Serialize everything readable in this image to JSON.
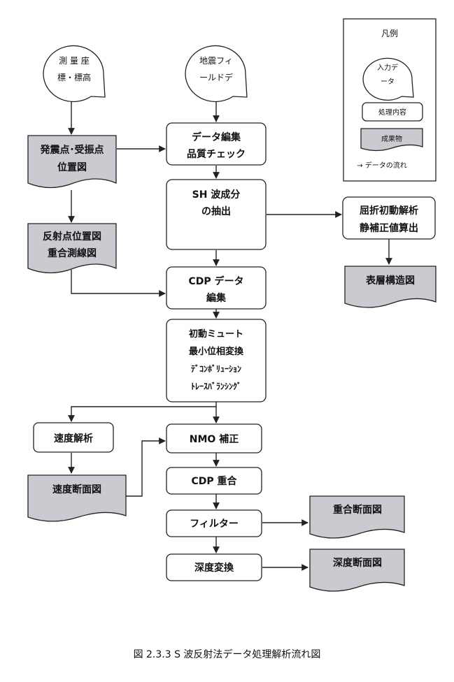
{
  "legend": {
    "title": "凡例",
    "input_lines": [
      "入力デ",
      "ータ"
    ],
    "process": "処理内容",
    "product": "成果物",
    "flow": "→ データの流れ"
  },
  "inputs": {
    "survey": [
      "測 量 座",
      "標・標高"
    ],
    "seismic": [
      "地震フィ",
      "ールドデ"
    ]
  },
  "products": {
    "shot_receiver": [
      "発震点･受振点",
      "位置図"
    ],
    "reflection": [
      "反射点位置図",
      "重合測線図"
    ],
    "surface": [
      "表層構造図"
    ],
    "velocity_section": [
      "速度断面図"
    ],
    "stack_section": [
      "重合断面図"
    ],
    "depth_section": [
      "深度断面図"
    ]
  },
  "processes": {
    "edit": [
      "データ編集",
      "品質チェック"
    ],
    "sh_extract": [
      "SH 波成分",
      "の抽出"
    ],
    "refraction": [
      "屈折初動解析",
      "静補正値算出"
    ],
    "cdp_edit": [
      "CDP データ",
      "編集"
    ],
    "mute": [
      "初動ミュート",
      "最小位相変換",
      "ﾃﾞｺﾝﾎﾞﾘｭｰｼｮﾝ",
      "ﾄﾚｰｽﾊﾞﾗﾝｼﾝｸﾞ"
    ],
    "velocity": [
      "速度解析"
    ],
    "nmo": [
      "NMO 補正"
    ],
    "cdp_stack": [
      "CDP 重合"
    ],
    "filter": [
      "フィルター"
    ],
    "depth": [
      "深度変換"
    ]
  },
  "caption": "図 2.3.3 S 波反射法データ処理解析流れ図"
}
